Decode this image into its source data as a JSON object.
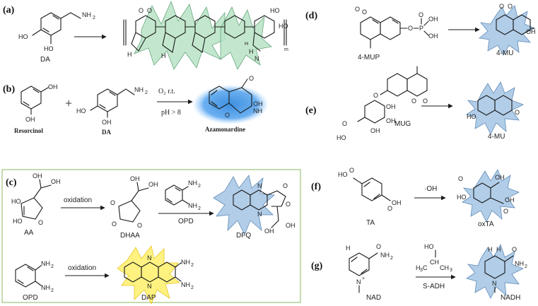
{
  "panels": {
    "a": {
      "tag": "(a)",
      "reactant": "DA"
    },
    "b": {
      "tag": "(b)",
      "reactant1": "Resorcinol",
      "reactant2": "DA",
      "condition_top": "O₂   r.t.",
      "condition_bottom": "pH > 8",
      "product": "Azamonardine"
    },
    "c": {
      "tag": "(c)",
      "aa": "AA",
      "step1": "oxidation",
      "dhaa": "DHAA",
      "step2": "OPD",
      "dfq": "DFQ",
      "opd": "OPD",
      "step3": "oxidation",
      "dap": "DAP"
    },
    "d": {
      "tag": "(d)",
      "reactant": "4-MUP",
      "product": "4-MU"
    },
    "e": {
      "tag": "(e)",
      "reactant": "MUG",
      "product": "4-MU"
    },
    "f": {
      "tag": "(f)",
      "reactant": "TA",
      "reagent": "·OH",
      "product": "oxTA"
    },
    "g": {
      "tag": "(g)",
      "reactant": "NAD",
      "enzyme": "S-ADH",
      "product": "NADH"
    }
  },
  "colors": {
    "fluor_blue": "#a9c8e6",
    "fluor_green": "#b9e3c6",
    "fluor_yellow": "#fff27a",
    "box": "#9cc47a"
  }
}
